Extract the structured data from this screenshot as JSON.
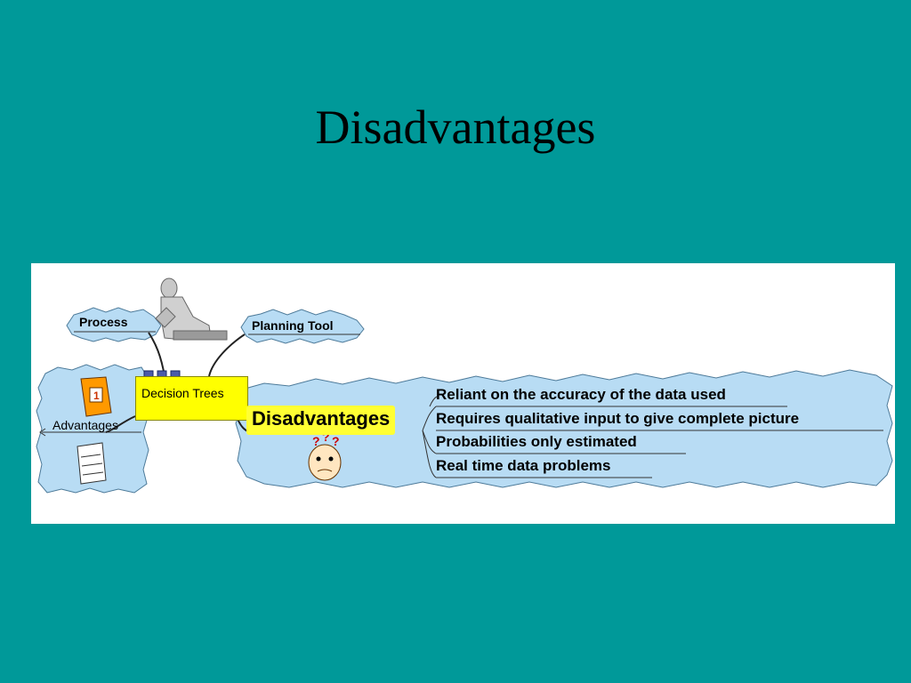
{
  "slide": {
    "title": "Disadvantages"
  },
  "diagram": {
    "center": "Decision Trees",
    "branches": {
      "process": "Process",
      "planning_tool": "Planning Tool",
      "advantages": "Advantages",
      "disadvantages": "Disadvantages"
    },
    "disadvantage_items": [
      "Reliant on the accuracy of the data used",
      "Requires qualitative input to give complete picture",
      "Probabilities only estimated",
      "Real time data problems"
    ],
    "colors": {
      "background": "#009999",
      "bubble": "#b8dcf4",
      "center_node": "#ffff00",
      "disadvantages_label": "#ffff33"
    },
    "icons": [
      "thinker-figure-icon",
      "priority-one-note-icon",
      "low-priority-note-icon",
      "confused-face-icon"
    ]
  }
}
